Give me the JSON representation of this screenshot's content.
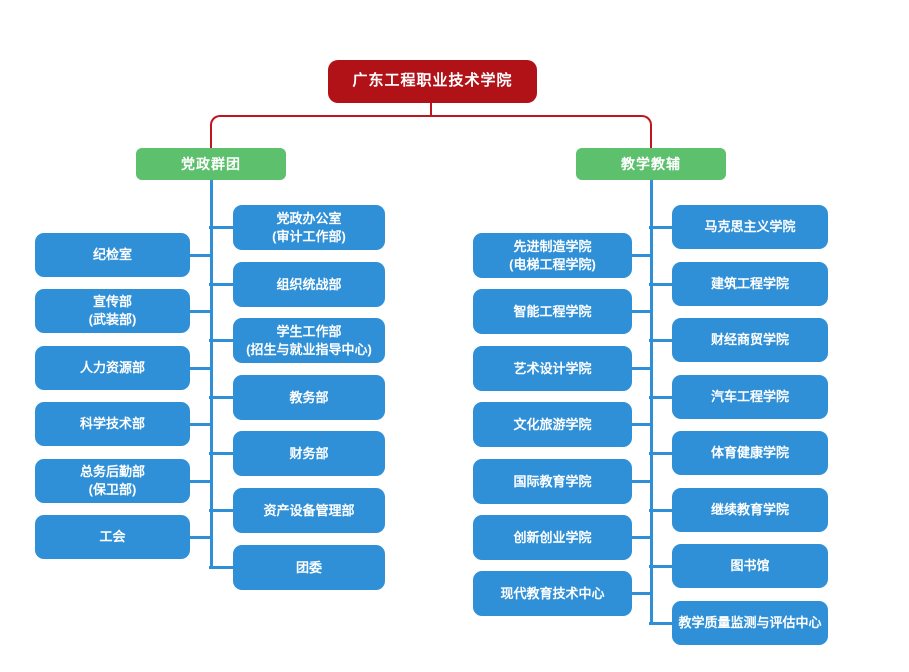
{
  "root": {
    "label": "广东工程职业技术学院"
  },
  "branches": [
    {
      "label": "党政群团",
      "columns": [
        {
          "items": [
            "纪检室",
            "宣传部\n(武装部)",
            "人力资源部",
            "科学技术部",
            "总务后勤部\n(保卫部)",
            "工会"
          ]
        },
        {
          "items": [
            "党政办公室\n(审计工作部)",
            "组织统战部",
            "学生工作部\n(招生与就业指导中心)",
            "教务部",
            "财务部",
            "资产设备管理部",
            "团委"
          ]
        }
      ]
    },
    {
      "label": "教学教辅",
      "columns": [
        {
          "items": [
            "先进制造学院\n(电梯工程学院)",
            "智能工程学院",
            "艺术设计学院",
            "文化旅游学院",
            "国际教育学院",
            "创新创业学院",
            "现代教育技术中心"
          ]
        },
        {
          "items": [
            "马克思主义学院",
            "建筑工程学院",
            "财经商贸学院",
            "汽车工程学院",
            "体育健康学院",
            "继续教育学院",
            "图书馆",
            "教学质量监测与评估中心"
          ]
        }
      ]
    }
  ],
  "colors": {
    "root_bg": "#B01218",
    "branch_bg": "#5CC06D",
    "node_bg": "#2F90D8",
    "red_line": "#C0141E",
    "blue_line": "#2F90D8",
    "text": "#FFFFFF",
    "background": "#FFFFFF"
  }
}
